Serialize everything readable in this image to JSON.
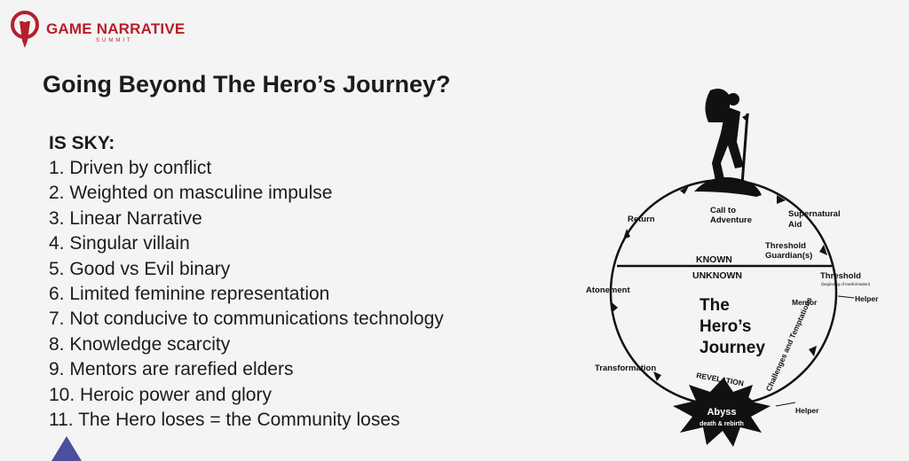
{
  "logo": {
    "text": "GAME NARRATIVE",
    "subtext": "SUMMIT",
    "brand_color": "#b51f2a"
  },
  "slide": {
    "title": "Going Beyond The Hero’s Journey?",
    "list_heading": "IS SKY:",
    "items": [
      "1. Driven by conflict",
      "2. Weighted on masculine impulse",
      "3. Linear Narrative",
      "4. Singular villain",
      "5. Good vs Evil binary",
      "6. Limited feminine representation",
      "7. Not conducive to communications technology",
      "8. Knowledge scarcity",
      "9. Mentors are rarefied elders",
      "10. Heroic power and glory",
      "11. The Hero loses = the Community loses"
    ]
  },
  "diagram": {
    "return": "Return",
    "call_to_adventure_1": "Call to",
    "call_to_adventure_2": "Adventure",
    "supernatural_aid_1": "Supernatural",
    "supernatural_aid_2": "Aid",
    "threshold_guardians_1": "Threshold",
    "threshold_guardians_2": "Guardian(s)",
    "known": "KNOWN",
    "unknown": "UNKNOWN",
    "threshold": "Threshold",
    "threshold_sub": "(beginning of tranformation)",
    "atonement": "Atonement",
    "mentor": "Mentor",
    "helper_top": "Helper",
    "center_1": "The",
    "center_2": "Hero’s",
    "center_3": "Journey",
    "challenges": "Challenges and Temptations",
    "transformation": "Transformation",
    "revelation": "REVELATION",
    "abyss": "Abyss",
    "abyss_sub": "death & rebirth",
    "helper_bottom": "Helper"
  }
}
